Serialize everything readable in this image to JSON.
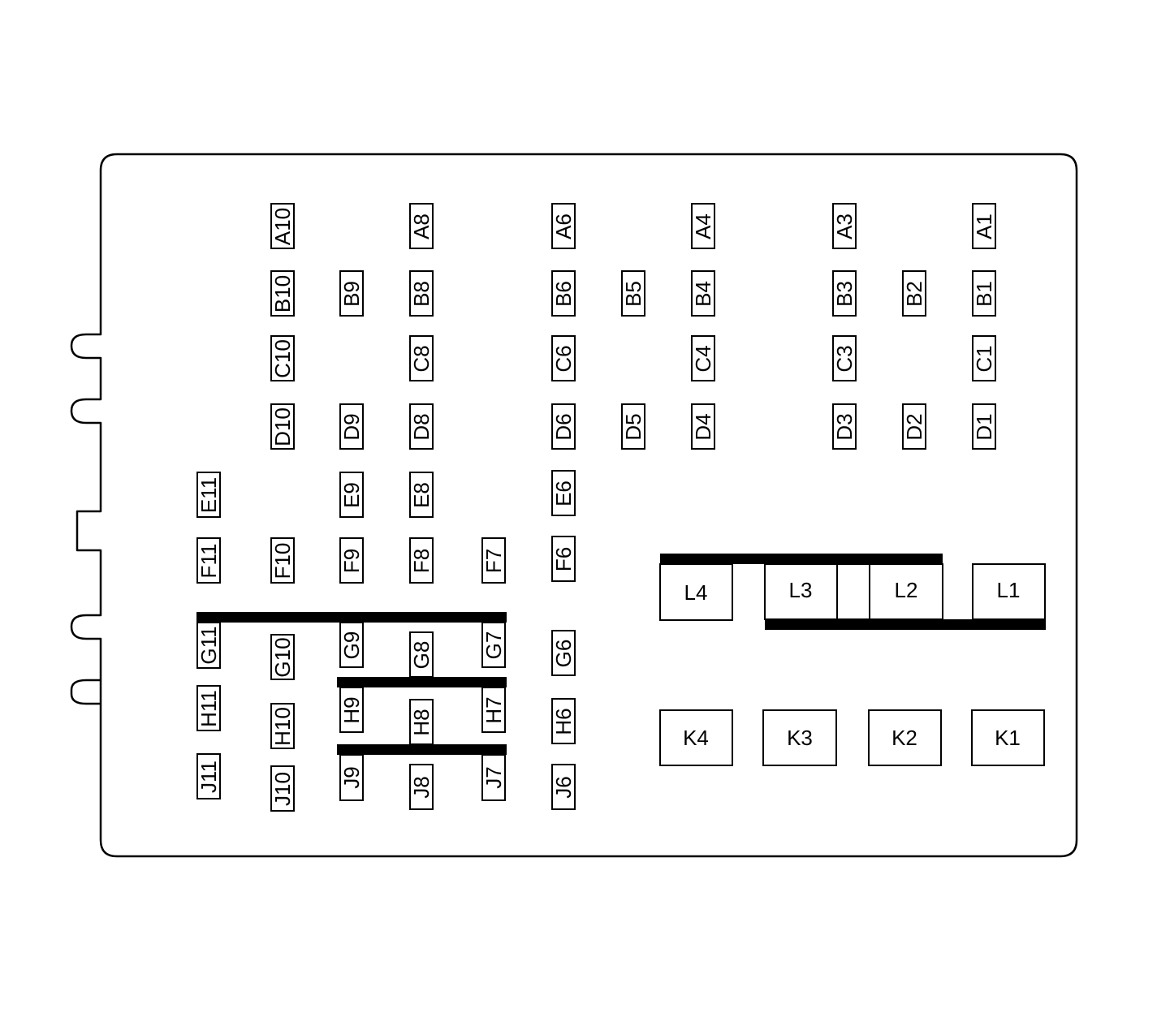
{
  "diagram": {
    "fuse_labels": {
      "A10": "A10",
      "A8": "A8",
      "A6": "A6",
      "A4": "A4",
      "A3": "A3",
      "A1": "A1",
      "B10": "B10",
      "B9": "B9",
      "B8": "B8",
      "B6": "B6",
      "B5": "B5",
      "B4": "B4",
      "B3": "B3",
      "B2": "B2",
      "B1": "B1",
      "C10": "C10",
      "C8": "C8",
      "C6": "C6",
      "C4": "C4",
      "C3": "C3",
      "C1": "C1",
      "D10": "D10",
      "D9": "D9",
      "D8": "D8",
      "D6": "D6",
      "D5": "D5",
      "D4": "D4",
      "D3": "D3",
      "D2": "D2",
      "D1": "D1",
      "E11": "E11",
      "E9": "E9",
      "E8": "E8",
      "E6": "E6",
      "F11": "F11",
      "F10": "F10",
      "F9": "F9",
      "F8": "F8",
      "F7": "F7",
      "F6": "F6",
      "G11": "G11",
      "G10": "G10",
      "G9": "G9",
      "G8": "G8",
      "G7": "G7",
      "G6": "G6",
      "H11": "H11",
      "H10": "H10",
      "H9": "H9",
      "H8": "H8",
      "H7": "H7",
      "H6": "H6",
      "J11": "J11",
      "J10": "J10",
      "J9": "J9",
      "J8": "J8",
      "J7": "J7",
      "J6": "J6"
    },
    "relay_labels": {
      "L1": "L1",
      "L2": "L2",
      "L3": "L3",
      "L4": "L4",
      "K1": "K1",
      "K2": "K2",
      "K3": "K3",
      "K4": "K4"
    }
  }
}
